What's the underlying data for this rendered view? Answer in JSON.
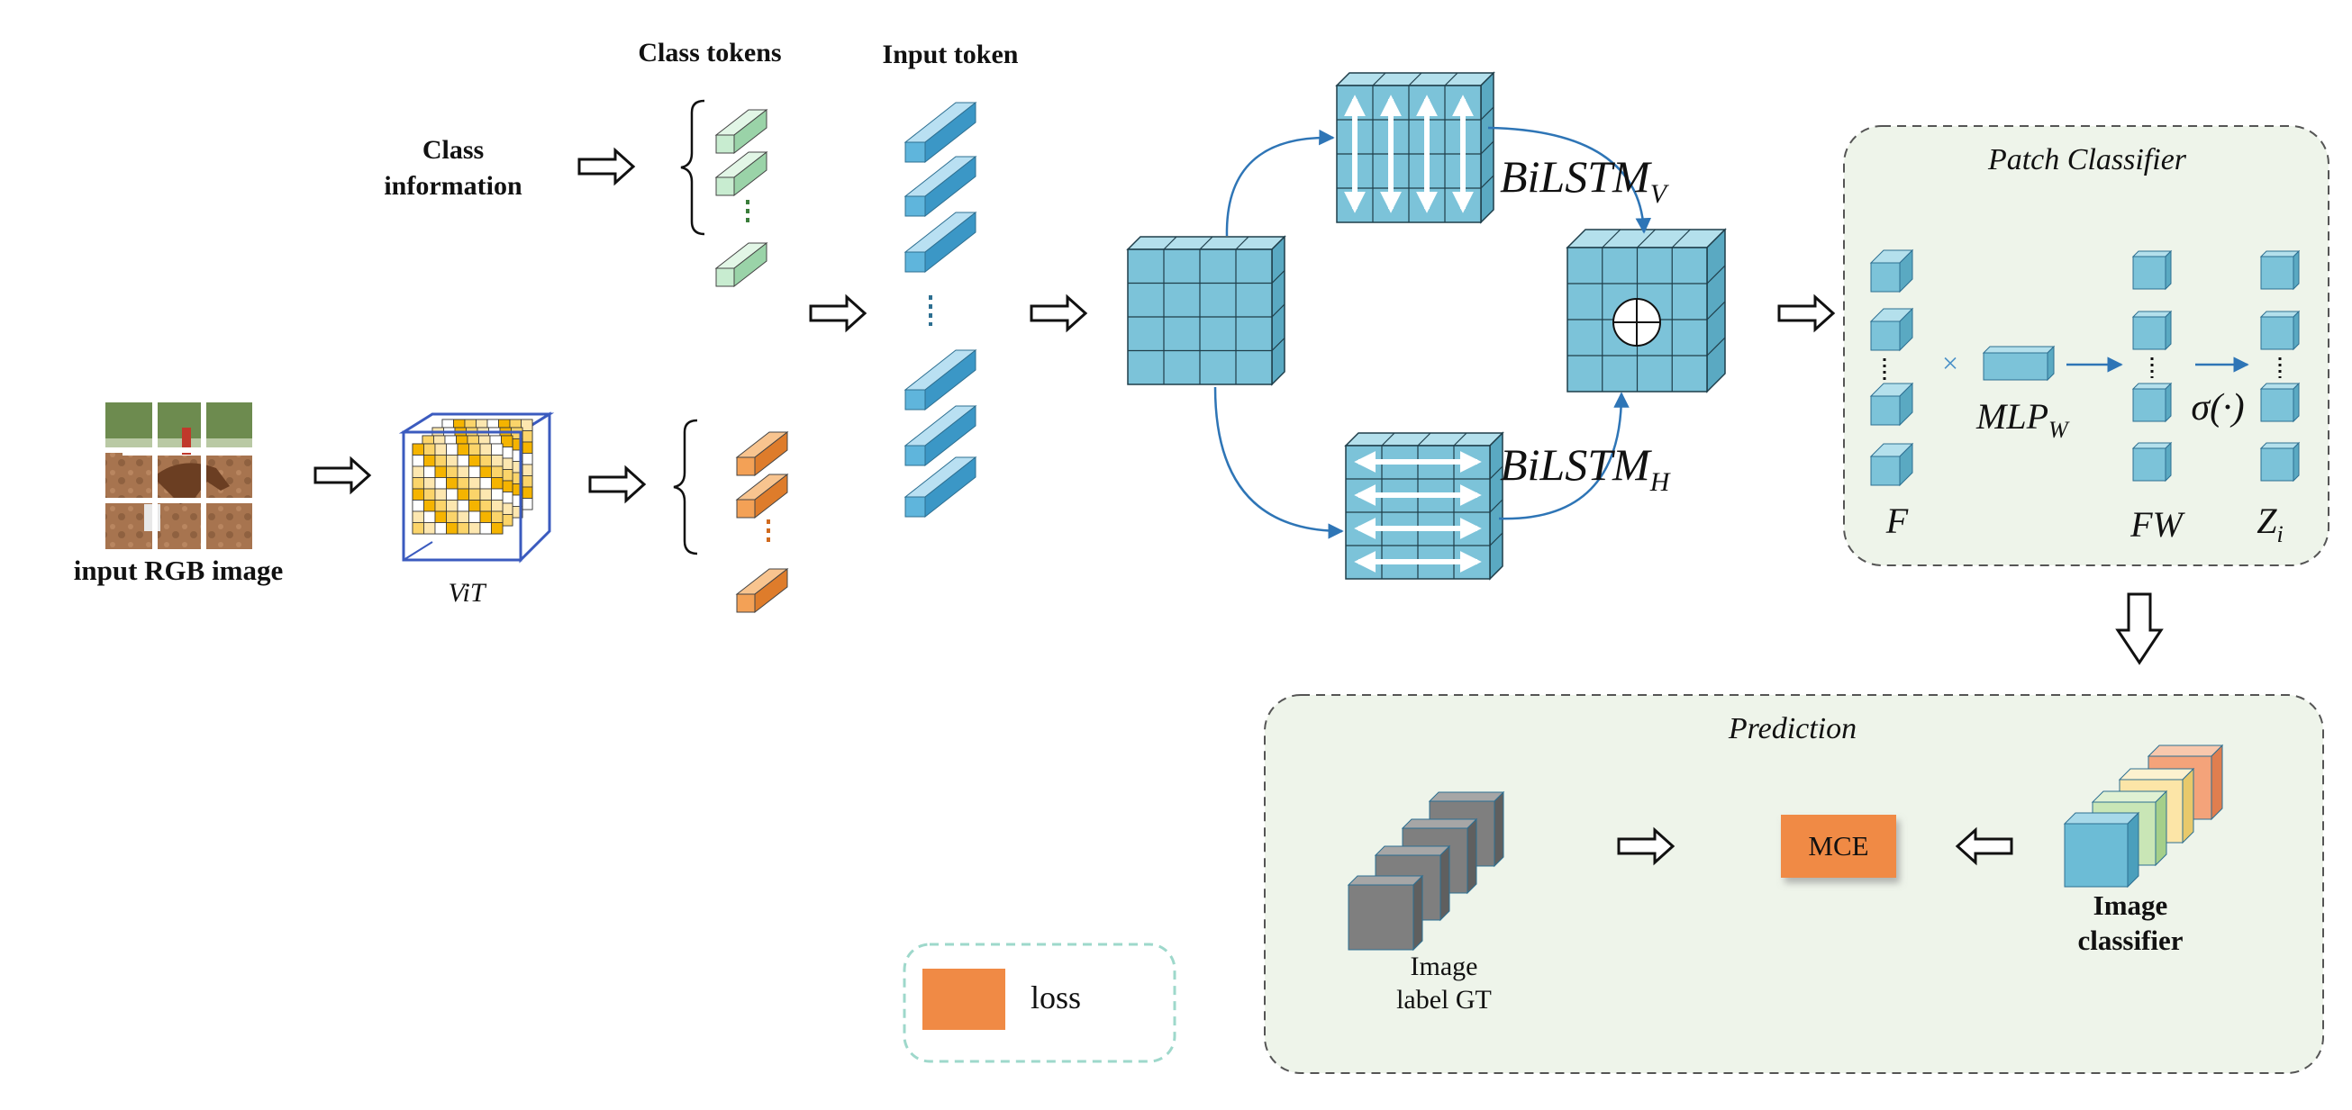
{
  "labels": {
    "input_image": "input RGB image",
    "vit": "ViT",
    "class_information_line1": "Class",
    "class_information_line2": "information",
    "class_tokens": "Class tokens",
    "input_token": "Input token",
    "bilstm_v": "BiLSTM",
    "bilstm_v_sub": "V",
    "bilstm_h": "BiLSTM",
    "bilstm_h_sub": "H",
    "patch_classifier": "Patch Classifier",
    "f": "F",
    "mlp": "MLP",
    "mlp_sub": "W",
    "fw": "FW",
    "sigma": "σ(·)",
    "z": "Z",
    "z_sub": "i",
    "times": "×",
    "prediction": "Prediction",
    "image_label_gt_line1": "Image",
    "image_label_gt_line2": "label GT",
    "mce": "MCE",
    "image_classifier_line1": "Image",
    "image_classifier_line2": "classifier",
    "legend_loss": "loss"
  },
  "colors": {
    "cube_blue": "#7cc3d9",
    "cube_blue_top": "#b4e0ec",
    "cube_blue_side": "#5aa9c2",
    "token_blue": "#4aa7d3",
    "token_green": "#b5e3c0",
    "token_orange": "#f0913f",
    "loss_orange": "#f08a45",
    "panel_bg": "#eef4ea",
    "arrow_blue": "#2e75b6",
    "gray_block": "#7f7f7f"
  }
}
